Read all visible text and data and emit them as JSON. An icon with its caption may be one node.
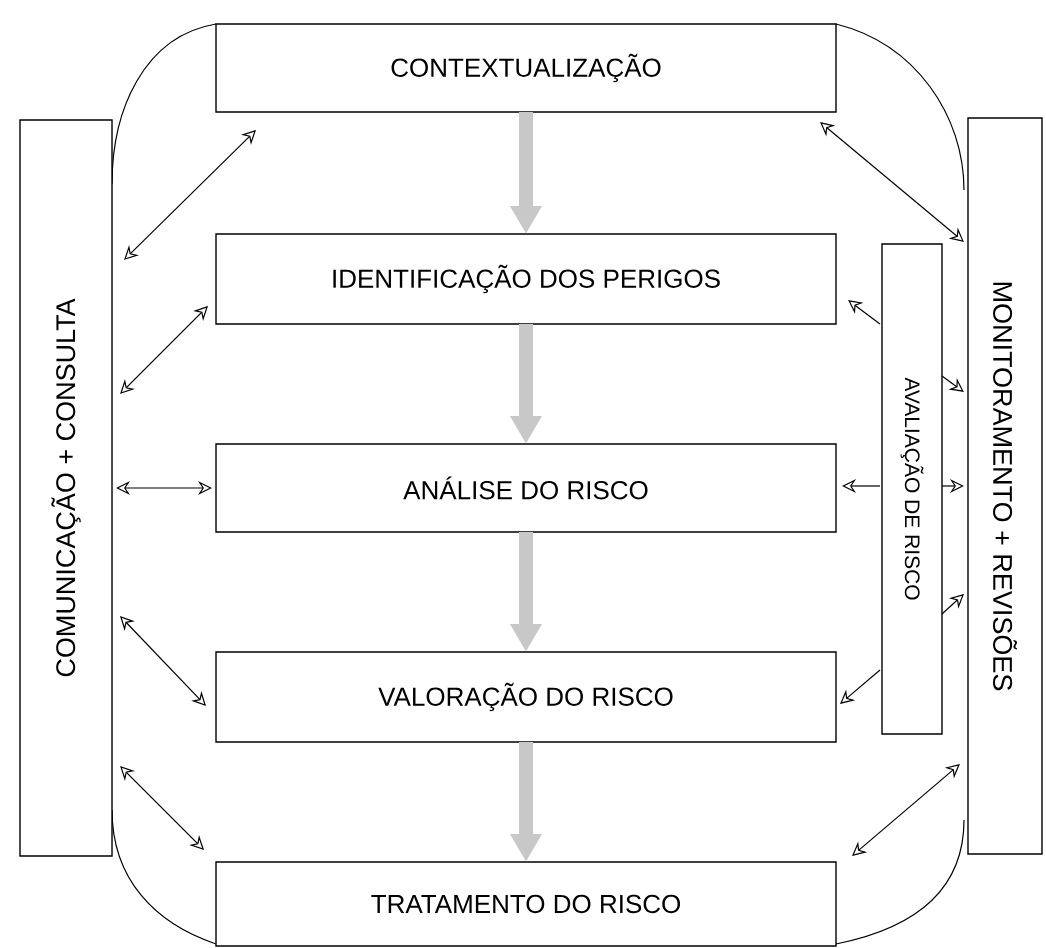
{
  "diagram": {
    "nodes": [
      {
        "text": [
          "CONTEXTUALIZAÇÃO"
        ]
      },
      {
        "text": [
          "IDENTIFICAÇÃO DOS PERIGOS"
        ]
      },
      {
        "text": [
          "ANÁLISE DO RISCO"
        ]
      },
      {
        "text": [
          "VALORAÇÃO DO RISCO"
        ]
      },
      {
        "text": [
          "TRATAMENTO DO RISCO"
        ]
      },
      {
        "text": [
          "COMUNICAÇÃO + CONSULTA"
        ]
      },
      {
        "text": [
          "MONITORAMENTO + REVISÕES"
        ]
      },
      {
        "text": [
          "AVALIAÇÃO DE RISCO"
        ]
      }
    ],
    "edges": [
      {
        "from": 0,
        "to": 1,
        "arrow": "to",
        "style": "thick",
        "color": "#c8c8c8"
      },
      {
        "from": 1,
        "to": 2,
        "arrow": "to",
        "style": "thick",
        "color": "#c8c8c8"
      },
      {
        "from": 2,
        "to": 3,
        "arrow": "to",
        "style": "thick",
        "color": "#c8c8c8"
      },
      {
        "from": 3,
        "to": 4,
        "arrow": "to",
        "style": "thick",
        "color": "#c8c8c8"
      },
      {
        "from": 5,
        "to": 0,
        "arrow": "both"
      },
      {
        "from": 5,
        "to": 1,
        "arrow": "both"
      },
      {
        "from": 5,
        "to": 2,
        "arrow": "both"
      },
      {
        "from": 5,
        "to": 3,
        "arrow": "both"
      },
      {
        "from": 5,
        "to": 4,
        "arrow": "both"
      },
      {
        "from": 0,
        "to": 6,
        "arrow": "both"
      },
      {
        "from": 7,
        "to": 1,
        "arrow": "to"
      },
      {
        "from": 7,
        "to": 2,
        "arrow": "to"
      },
      {
        "from": 7,
        "to": 3,
        "arrow": "to"
      },
      {
        "from": 7,
        "to": 6,
        "arrow": "to"
      },
      {
        "from": 7,
        "to": 6,
        "arrow": "to"
      },
      {
        "from": 7,
        "to": 6,
        "arrow": "to"
      },
      {
        "from": 4,
        "to": 6,
        "arrow": "both"
      }
    ]
  }
}
